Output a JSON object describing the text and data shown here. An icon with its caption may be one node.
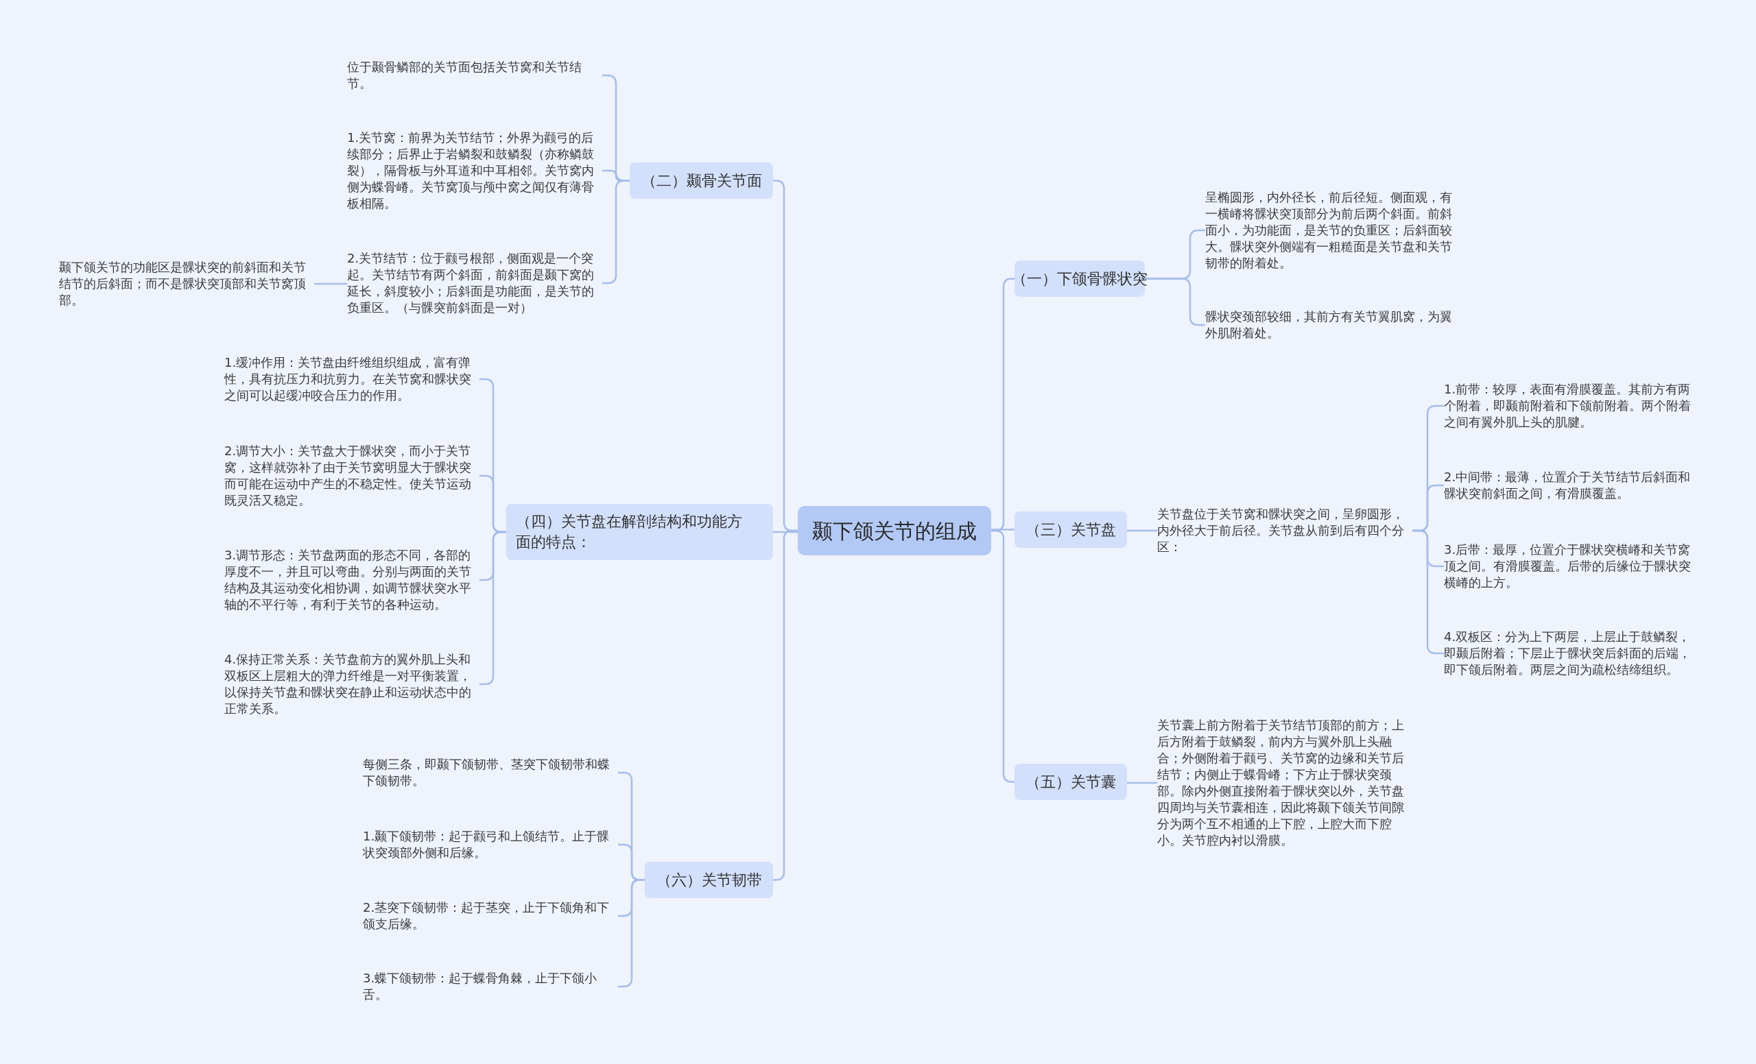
{
  "diagram": {
    "nodes": [
      {
        "text": [
          "颞下颌关节的组成"
        ]
      },
      {
        "text": [
          "（一）下颌骨髁状突"
        ]
      },
      {
        "text": [
          "呈椭圆形，内外径长，前后径短。侧面观，有一横嵴将髁状突顶部分为前后两个斜面。前斜面小，为功能面，是关节的负重区；后斜面较大。髁状突外侧端有一粗糙面是关节盘和关节韧带的附着处。"
        ]
      },
      {
        "text": [
          "髁状突颈部较细，其前方有关节翼肌窝，为翼外肌附着处。"
        ]
      },
      {
        "text": [
          "（三）关节盘"
        ]
      },
      {
        "text": [
          "关节盘位于关节窝和髁状突之间，呈卵圆形，内外径大于前后径。关节盘从前到后有四个分区："
        ]
      },
      {
        "text": [
          "1.前带：较厚，表面有滑膜覆盖。其前方有两个附着，即颞前附着和下颌前附着。两个附着之间有翼外肌上头的肌腱。"
        ]
      },
      {
        "text": [
          "2.中间带：最薄，位置介于关节结节后斜面和髁状突前斜面之间，有滑膜覆盖。"
        ]
      },
      {
        "text": [
          "3.后带：最厚，位置介于髁状突横嵴和关节窝顶之间。有滑膜覆盖。后带的后缘位于髁状突横嵴的上方。"
        ]
      },
      {
        "text": [
          "4.双板区：分为上下两层，上层止于鼓鳞裂，即颞后附着；下层止于髁状突后斜面的后端，即下颌后附着。两层之间为疏松结缔组织。"
        ]
      },
      {
        "text": [
          "（五）关节囊"
        ]
      },
      {
        "text": [
          "关节囊上前方附着于关节结节顶部的前方；上后方附着于鼓鳞裂，前内方与翼外肌上头融合；外侧附着于颧弓、关节窝的边缘和关节后结节；内侧止于蝶骨嵴；下方止于髁状突颈部。除内外侧直接附着于髁状突以外，关节盘四周均与关节囊相连，因此将颞下颌关节间隙分为两个互不相通的上下腔，上腔大而下腔小。关节腔内衬以滑膜。"
        ]
      },
      {
        "text": [
          "（二）颞骨关节面"
        ]
      },
      {
        "text": [
          "位于颞骨鳞部的关节面包括关节窝和关节结节。"
        ]
      },
      {
        "text": [
          "1.关节窝：前界为关节结节；外界为颧弓的后续部分；后界止于岩鳞裂和鼓鳞裂（亦称鳞鼓裂），隔骨板与外耳道和中耳相邻。关节窝内侧为蝶骨嵴。关节窝顶与颅中窝之闻仅有薄骨板相隔。"
        ]
      },
      {
        "text": [
          "2.关节结节：位于颧弓根部，侧面观是一个突起。关节结节有两个斜面，前斜面是颞下窝的延长，斜度较小；后斜面是功能面，是关节的负重区。（与髁突前斜面是一对）"
        ]
      },
      {
        "text": [
          "颞下颌关节的功能区是髁状突的前斜面和关节结节的后斜面；而不是髁状突顶部和关节窝顶部。"
        ]
      },
      {
        "text": [
          "（四）关节盘在解剖结构和功能方面的特点："
        ]
      },
      {
        "text": [
          "1.缓冲作用：关节盘由纤维组织组成，富有弹性，具有抗压力和抗剪力。在关节窝和髁状突之间可以起缓冲咬合压力的作用。"
        ]
      },
      {
        "text": [
          "2.调节大小：关节盘大于髁状突，而小于关节窝，这样就弥补了由于关节窝明显大于髁状突而可能在运动中产生的不稳定性。使关节运动既灵活又稳定。"
        ]
      },
      {
        "text": [
          "3.调节形态：关节盘两面的形态不同，各部的厚度不一，并且可以弯曲。分别与两面的关节结构及其运动变化相协调，如调节髁状突水平轴的不平行等，有利于关节的各种运动。"
        ]
      },
      {
        "text": [
          "4.保持正常关系：关节盘前方的翼外肌上头和双板区上层粗大的弹力纤维是一对平衡装置，以保持关节盘和髁状突在静止和运动状态中的正常关系。"
        ]
      },
      {
        "text": [
          "（六）关节韧带"
        ]
      },
      {
        "text": [
          "每侧三条，即颞下颌韧带、茎突下颌韧带和蝶下颌韧带。"
        ]
      },
      {
        "text": [
          "1.颞下颌韧带：起于颧弓和上颌结节。止于髁状突颈部外侧和后缘。"
        ]
      },
      {
        "text": [
          "2.茎突下颌韧带：起于茎突，止于下颌角和下颌支后缘。"
        ]
      },
      {
        "text": [
          "3.蝶下颌韧带：起于蝶骨角棘，止于下颌小舌。"
        ]
      }
    ],
    "edges": [
      {
        "from": 0,
        "to": 1,
        "arrow": "none"
      },
      {
        "from": 0,
        "to": 4,
        "arrow": "none"
      },
      {
        "from": 0,
        "to": 10,
        "arrow": "none"
      },
      {
        "from": 1,
        "to": 2,
        "arrow": "none"
      },
      {
        "from": 1,
        "to": 3,
        "arrow": "none"
      },
      {
        "from": 4,
        "to": 5,
        "arrow": "none"
      },
      {
        "from": 5,
        "to": 6,
        "arrow": "none"
      },
      {
        "from": 5,
        "to": 7,
        "arrow": "none"
      },
      {
        "from": 5,
        "to": 8,
        "arrow": "none"
      },
      {
        "from": 5,
        "to": 9,
        "arrow": "none"
      },
      {
        "from": 10,
        "to": 11,
        "arrow": "none"
      },
      {
        "from": 0,
        "to": 12,
        "arrow": "none"
      },
      {
        "from": 0,
        "to": 17,
        "arrow": "none"
      },
      {
        "from": 0,
        "to": 22,
        "arrow": "none"
      },
      {
        "from": 12,
        "to": 13,
        "arrow": "none"
      },
      {
        "from": 12,
        "to": 14,
        "arrow": "none"
      },
      {
        "from": 12,
        "to": 15,
        "arrow": "none"
      },
      {
        "from": 15,
        "to": 16,
        "arrow": "none"
      },
      {
        "from": 17,
        "to": 18,
        "arrow": "none"
      },
      {
        "from": 17,
        "to": 19,
        "arrow": "none"
      },
      {
        "from": 17,
        "to": 20,
        "arrow": "none"
      },
      {
        "from": 17,
        "to": 21,
        "arrow": "none"
      },
      {
        "from": 22,
        "to": 23,
        "arrow": "none"
      },
      {
        "from": 22,
        "to": 24,
        "arrow": "none"
      },
      {
        "from": 22,
        "to": 25,
        "arrow": "none"
      },
      {
        "from": 22,
        "to": 26,
        "arrow": "none"
      }
    ]
  }
}
